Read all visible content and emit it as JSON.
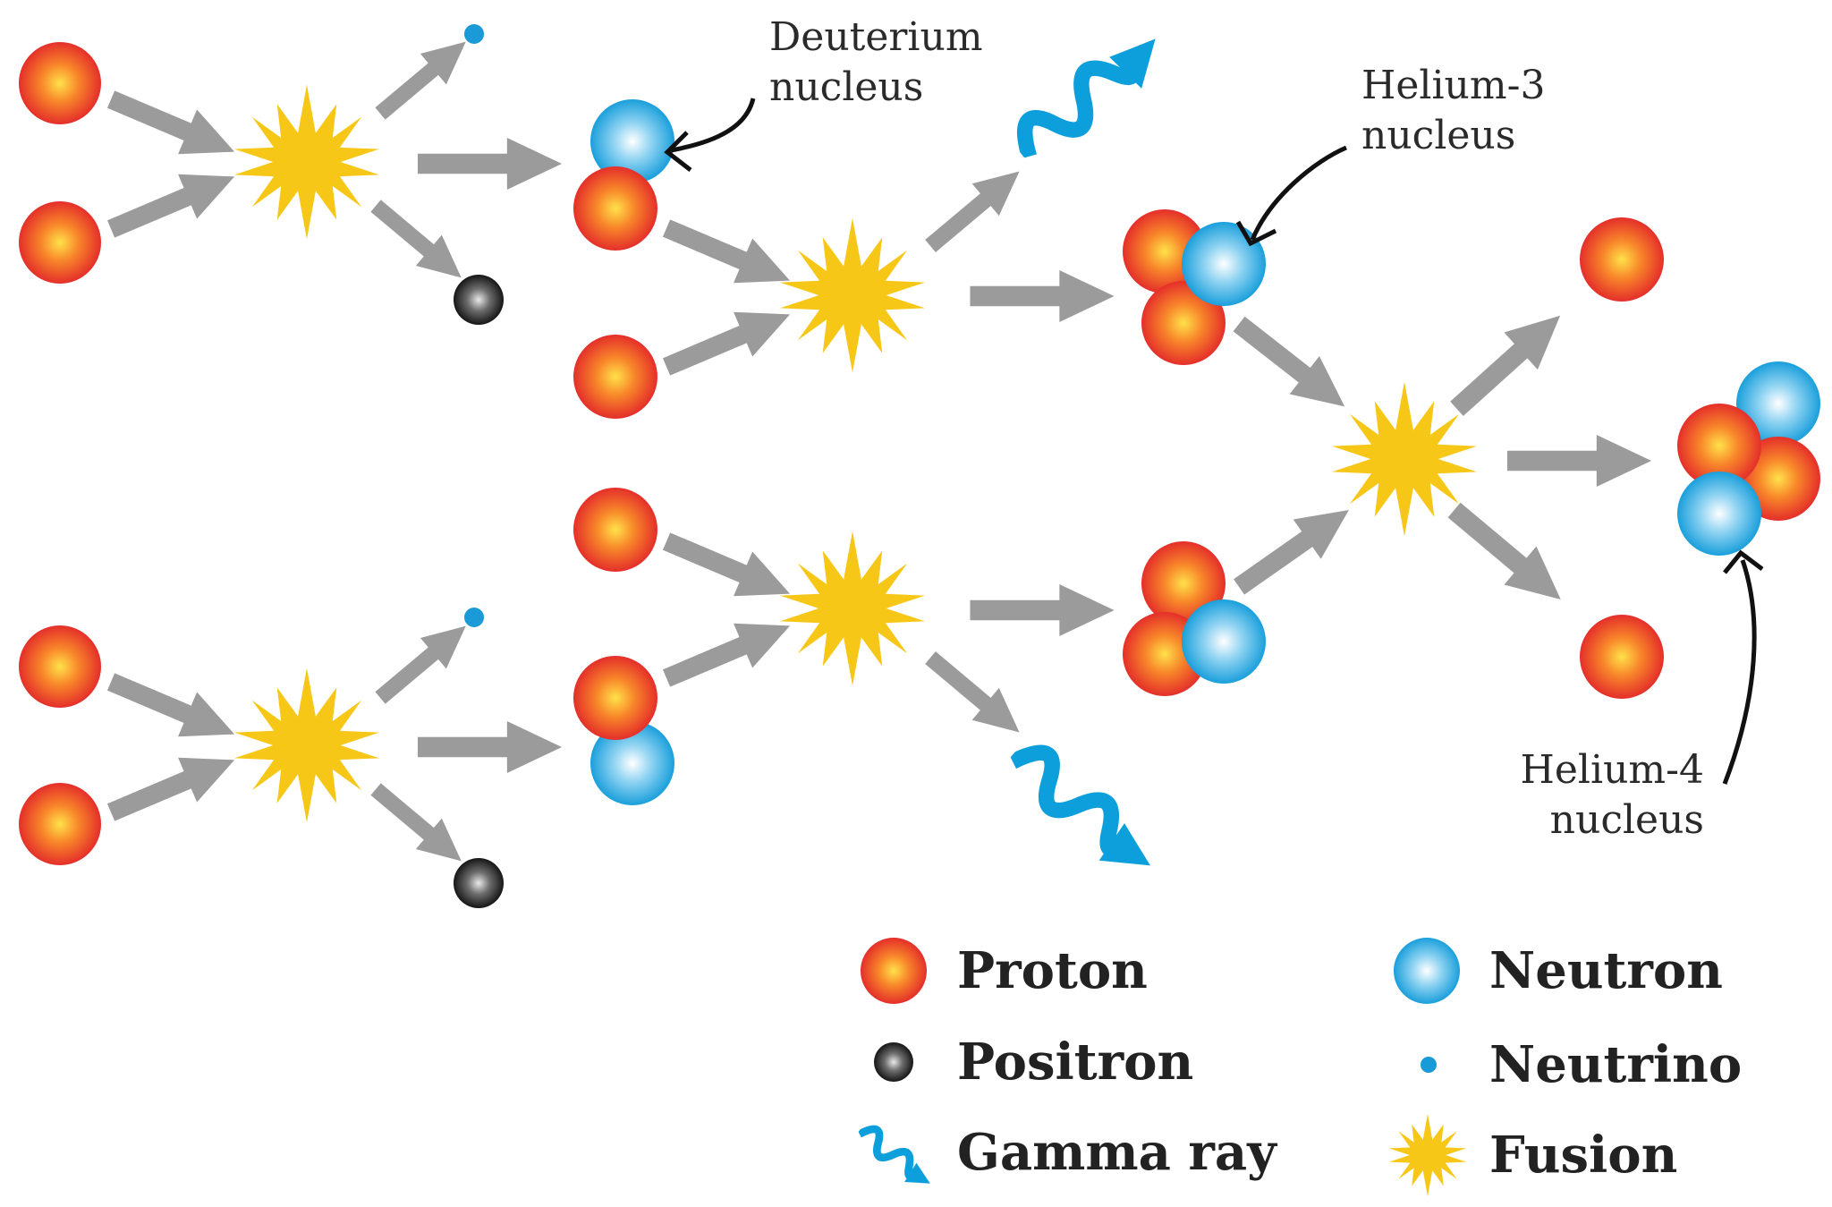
{
  "colors": {
    "proton": "#e8332a",
    "proton_center": "#ffe14a",
    "neutron": "#1aa3dc",
    "neutron_center": "#ffffff",
    "positron": "#1a1a1a",
    "neutrino": "#1a9ad6",
    "gamma": "#0d9fdc",
    "fusion": "#f7c718",
    "arrow": "#9b9b9b",
    "pointer": "#111111",
    "text": "#222222"
  },
  "labels": {
    "deuterium_line1": "Deuterium",
    "deuterium_line2": "nucleus",
    "helium3_line1": "Helium-3",
    "helium3_line2": "nucleus",
    "helium4_line1": "Helium-4",
    "helium4_line2": "nucleus"
  },
  "legend": {
    "proton": "Proton",
    "neutron": "Neutron",
    "positron": "Positron",
    "neutrino": "Neutrino",
    "gamma_ray": "Gamma ray",
    "fusion": "Fusion"
  }
}
